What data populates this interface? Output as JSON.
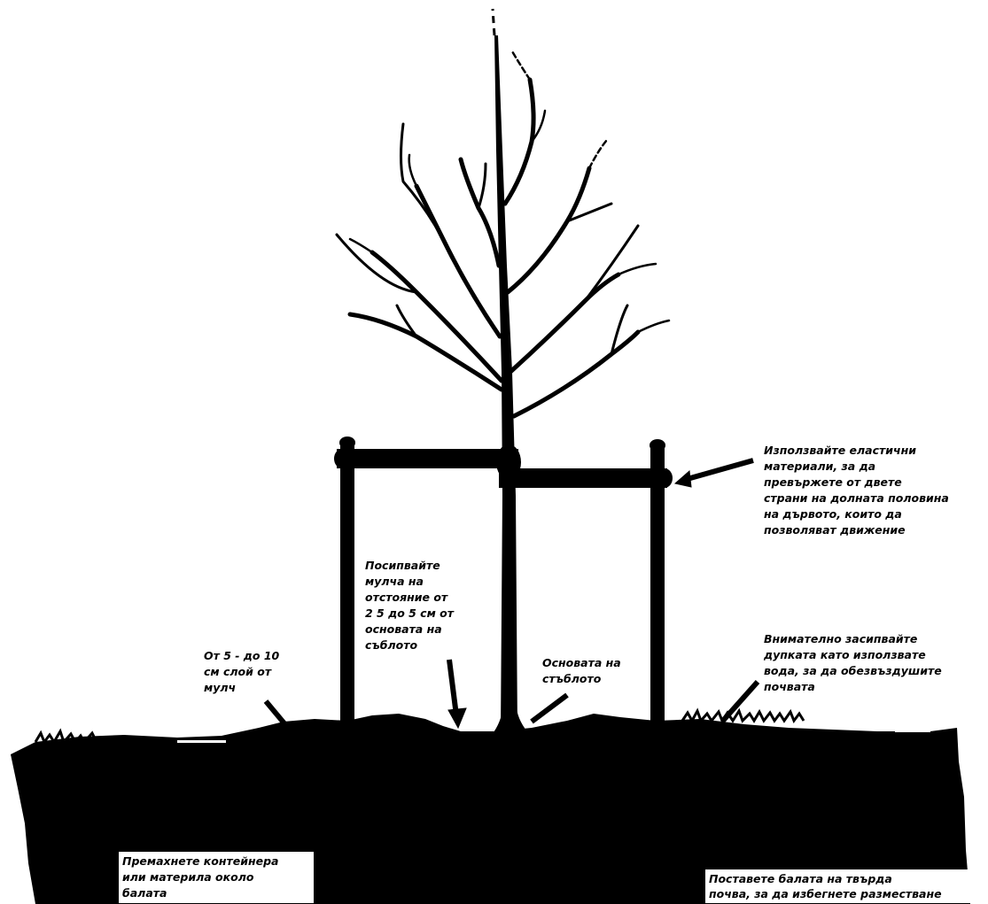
{
  "colors": {
    "ink": "#000000",
    "paper": "#ffffff"
  },
  "labels": {
    "elastic_ties": "Използвайте еластични\nматериали, за да\nпревържете от двете\nстрани на долната половина\nна дървото, които да\nпозволяват движение",
    "mulch_distance": "Посипвайте\nмулча на\nотстояние от\n2 5 до 5 см от\nосновата на\nсъблото",
    "mulch_layer": "От 5 - до 10\nсм слой от\nмулч",
    "trunk_base": "Основата на\nстъблото",
    "backfill_water": "Внимателно засипвайте\nдупката като използвате\nвода, за да обезвъздушите\nпочвата",
    "remove_container": "Премахнете контейнера\nили материла около\nбалата",
    "firm_soil": "Поставете балата на твърда\nпочва, за да избегнете разместване"
  }
}
